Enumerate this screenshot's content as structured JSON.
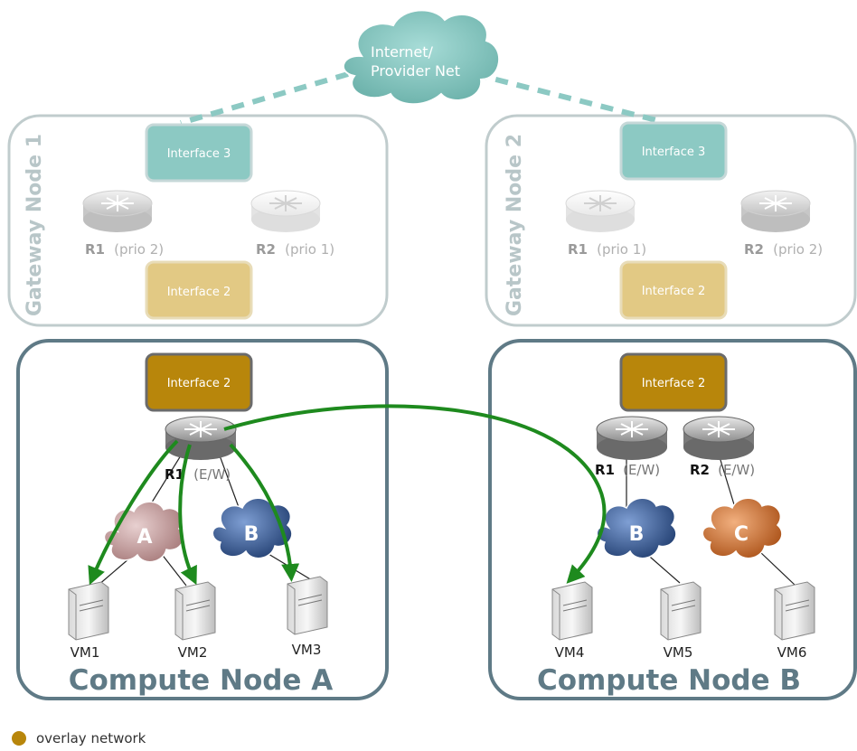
{
  "internet": {
    "line1": "Internet/",
    "line2": "Provider Net"
  },
  "gateway_nodes": [
    {
      "title": "Gateway Node 1",
      "interface_top": "Interface 3",
      "interface_bottom": "Interface 2",
      "routers": [
        {
          "name": "R1",
          "detail": "(prio 2)"
        },
        {
          "name": "R2",
          "detail": "(prio 1)"
        }
      ]
    },
    {
      "title": "Gateway Node 2",
      "interface_top": "Interface 3",
      "interface_bottom": "Interface 2",
      "routers": [
        {
          "name": "R1",
          "detail": "(prio 1)"
        },
        {
          "name": "R2",
          "detail": "(prio 2)"
        }
      ]
    }
  ],
  "compute_nodes": [
    {
      "title": "Compute Node A",
      "interface": "Interface 2",
      "routers": [
        {
          "name": "R1",
          "detail": "(E/W)"
        }
      ],
      "networks": [
        "A",
        "B"
      ],
      "vms": [
        "VM1",
        "VM2",
        "VM3"
      ]
    },
    {
      "title": "Compute Node B",
      "interface": "Interface 2",
      "routers": [
        {
          "name": "R1",
          "detail": "(E/W)"
        },
        {
          "name": "R2",
          "detail": "(E/W)"
        }
      ],
      "networks": [
        "B",
        "C"
      ],
      "vms": [
        "VM4",
        "VM5",
        "VM6"
      ]
    }
  ],
  "legend": {
    "label": "overlay network"
  },
  "colors": {
    "cloud": "#8cc9c3",
    "interface3": "#8cc9c3",
    "interface2_gateway": "#e2c984",
    "interface2_compute": "#b8860b",
    "gateway_border": "#c0cccd",
    "compute_border": "#5f7a86",
    "flow_arrow": "#1e8a1e",
    "net_a": "#c9a3a3",
    "net_b": "#4a6aa0",
    "net_c": "#d9824a"
  }
}
